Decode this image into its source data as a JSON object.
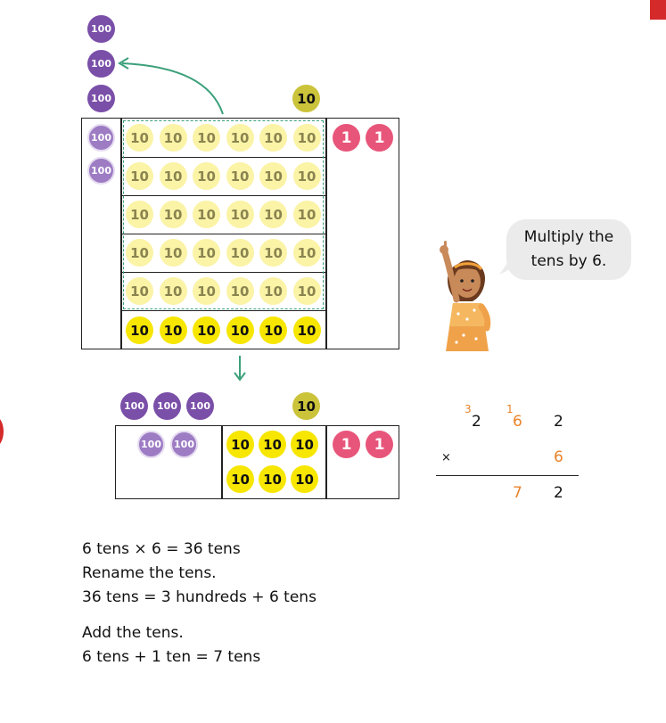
{
  "colors": {
    "hundred": "#7a4fa8",
    "hundred_light": "#9d7cc4",
    "ten_bright": "#f7e600",
    "ten_pale": "#fbf3a6",
    "ten_olive": "#cbc33a",
    "one": "#e8557a",
    "arrow": "#3ba07a",
    "carry": "#e9832a"
  },
  "counters": {
    "hundred_label": "100",
    "ten_label": "10",
    "one_label": "1"
  },
  "top_model": {
    "rows": [
      {
        "tens": 6,
        "style": "pale",
        "hundreds": 1,
        "ones": 2
      },
      {
        "tens": 6,
        "style": "pale",
        "hundreds": 1,
        "ones": 0
      },
      {
        "tens": 6,
        "style": "pale",
        "hundreds": 0,
        "ones": 0
      },
      {
        "tens": 6,
        "style": "pale",
        "hundreds": 0,
        "ones": 0
      },
      {
        "tens": 6,
        "style": "pale",
        "hundreds": 0,
        "ones": 0
      },
      {
        "tens": 6,
        "style": "bright",
        "hundreds": 0,
        "ones": 0
      }
    ],
    "hundreds_above": 3,
    "ten_above": 1
  },
  "bottom_model": {
    "hundreds_above": 3,
    "hundreds_in_box": 2,
    "ten_above": 1,
    "tens_in_box": 6,
    "ones_in_box": 2
  },
  "speech": {
    "line1": "Multiply the",
    "line2": "tens by 6."
  },
  "calculation": {
    "top_digits": [
      "2",
      "6",
      "2"
    ],
    "carries": [
      "3",
      "1"
    ],
    "operator": "×",
    "multiplier": "6",
    "result": [
      "7",
      "2"
    ]
  },
  "statements": {
    "line1": "6 tens × 6 = 36 tens",
    "line2": "Rename the tens.",
    "line3": "36 tens = 3 hundreds + 6 tens",
    "line4": "Add the tens.",
    "line5": "6 tens + 1 ten = 7 tens"
  }
}
